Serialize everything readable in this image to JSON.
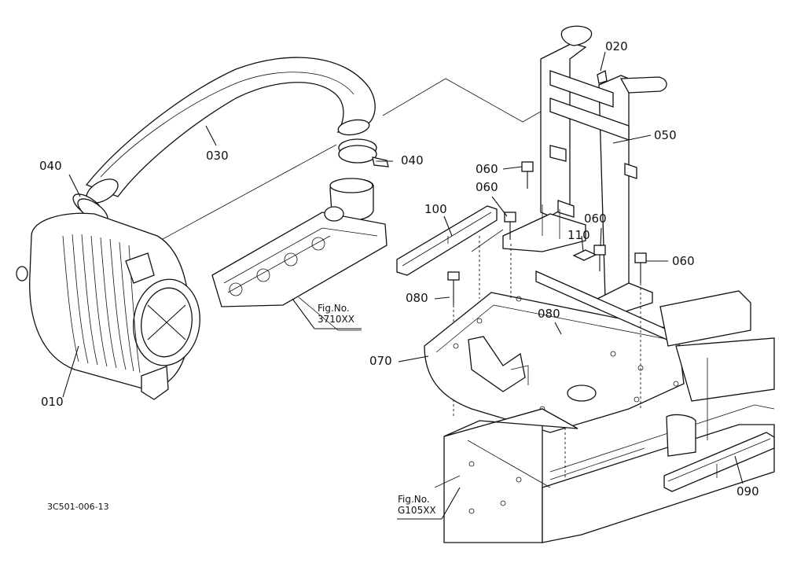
{
  "callouts": {
    "p010": "010",
    "p020": "020",
    "p030": "030",
    "p040a": "040",
    "p040b": "040",
    "p050": "050",
    "p060a": "060",
    "p060b": "060",
    "p060c": "060",
    "p060d": "060",
    "p070": "070",
    "p080a": "080",
    "p080b": "080",
    "p090": "090",
    "p100": "100",
    "p110": "110"
  },
  "fig_refs": {
    "engine": {
      "title": "Fig.No.",
      "number": "3710XX"
    },
    "frame": {
      "title": "Fig.No.",
      "number": "G105XX"
    }
  },
  "drawing_code": "3C501-006-13"
}
